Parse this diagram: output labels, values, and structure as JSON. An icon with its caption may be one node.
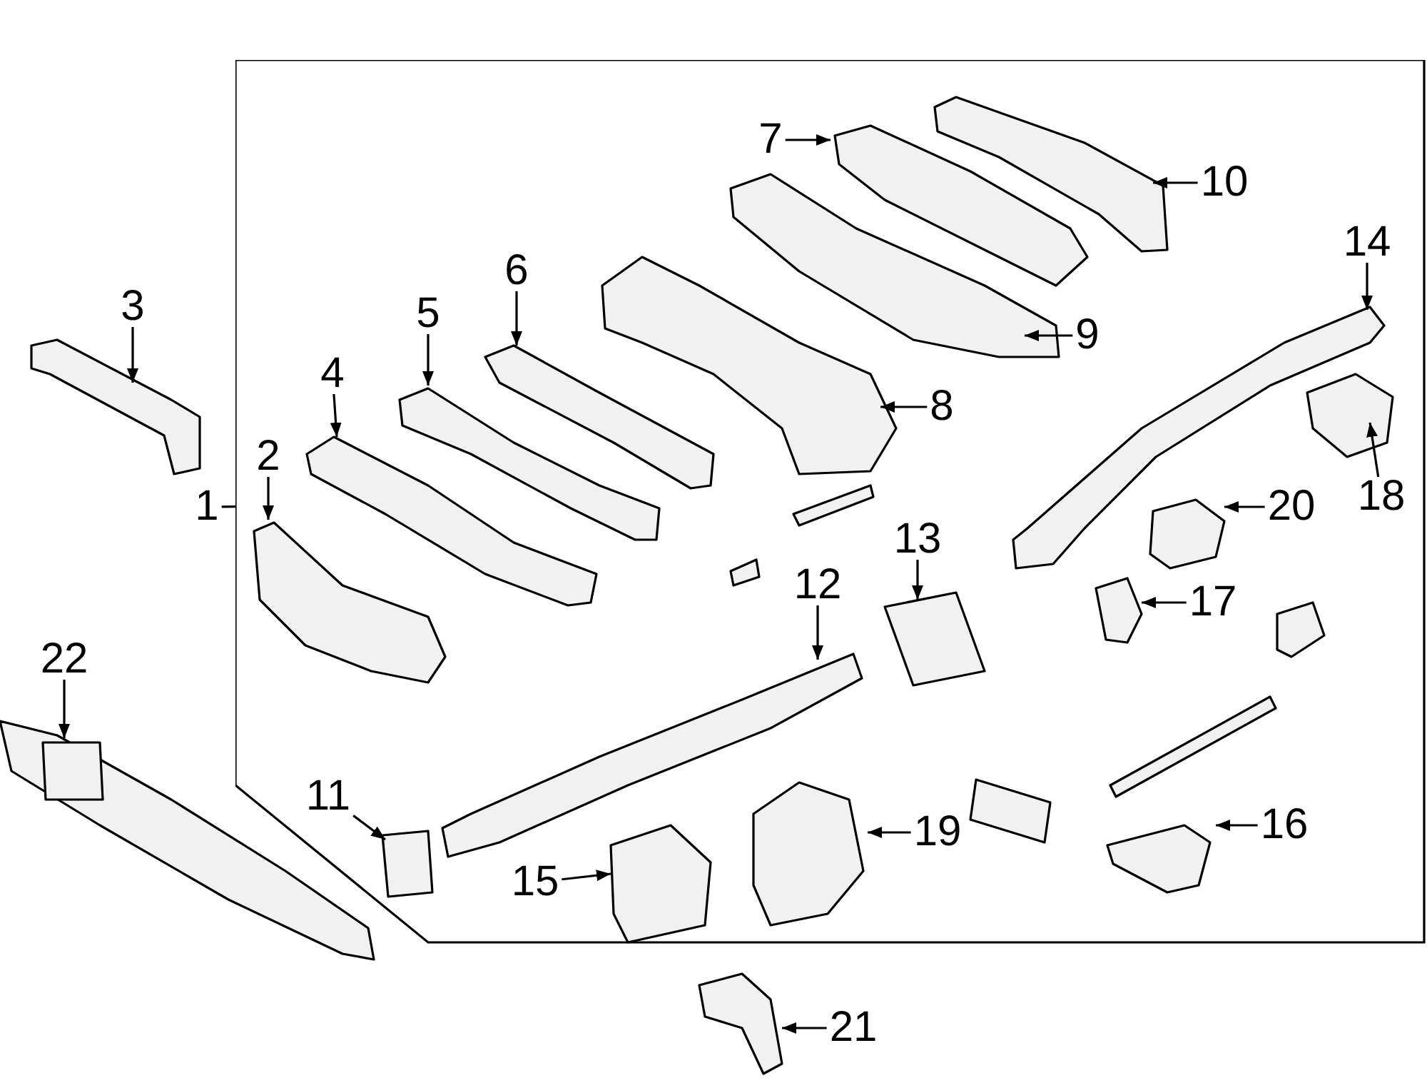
{
  "diagram": {
    "nodes": [
      {
        "text": [],
        "shape": "box"
      },
      {
        "text": [
          "1"
        ]
      },
      {
        "text": [
          "2"
        ],
        "in": 0
      },
      {
        "text": [
          "3"
        ]
      },
      {
        "text": [
          "4"
        ],
        "in": 0
      },
      {
        "text": [
          "5"
        ],
        "in": 0
      },
      {
        "text": [
          "6"
        ],
        "in": 0
      },
      {
        "text": [
          "7"
        ],
        "in": 0
      },
      {
        "text": [
          "8"
        ],
        "in": 0
      },
      {
        "text": [
          "9"
        ],
        "in": 0
      },
      {
        "text": [
          "10"
        ],
        "in": 0
      },
      {
        "text": [
          "11"
        ],
        "in": 0
      },
      {
        "text": [
          "12"
        ],
        "in": 0
      },
      {
        "text": [
          "13"
        ],
        "in": 0
      },
      {
        "text": [
          "14"
        ],
        "in": 0
      },
      {
        "text": [
          "15"
        ],
        "in": 0
      },
      {
        "text": [
          "16"
        ],
        "in": 0
      },
      {
        "text": [
          "17"
        ],
        "in": 0
      },
      {
        "text": [
          "18"
        ],
        "in": 0
      },
      {
        "text": [
          "19"
        ],
        "in": 0
      },
      {
        "text": [
          "20"
        ],
        "in": 0
      },
      {
        "text": [
          "21"
        ]
      },
      {
        "text": [
          "22"
        ]
      }
    ],
    "edges": [
      {
        "from": 1,
        "to": 0,
        "arrow": "none"
      },
      {
        "from": 2,
        "to": null,
        "arrow": "to"
      },
      {
        "from": 3,
        "to": null,
        "arrow": "to"
      },
      {
        "from": 4,
        "to": null,
        "arrow": "to"
      },
      {
        "from": 5,
        "to": null,
        "arrow": "to"
      },
      {
        "from": 6,
        "to": null,
        "arrow": "to"
      },
      {
        "from": 7,
        "to": null,
        "arrow": "to"
      },
      {
        "from": 8,
        "to": null,
        "arrow": "to"
      },
      {
        "from": 9,
        "to": null,
        "arrow": "to"
      },
      {
        "from": 10,
        "to": null,
        "arrow": "to"
      },
      {
        "from": 11,
        "to": null,
        "arrow": "to"
      },
      {
        "from": 12,
        "to": null,
        "arrow": "to"
      },
      {
        "from": 13,
        "to": null,
        "arrow": "to"
      },
      {
        "from": 14,
        "to": null,
        "arrow": "to"
      },
      {
        "from": 15,
        "to": null,
        "arrow": "to"
      },
      {
        "from": 16,
        "to": null,
        "arrow": "to"
      },
      {
        "from": 17,
        "to": null,
        "arrow": "to"
      },
      {
        "from": 18,
        "to": null,
        "arrow": "to"
      },
      {
        "from": 19,
        "to": null,
        "arrow": "to"
      },
      {
        "from": 20,
        "to": null,
        "arrow": "to"
      },
      {
        "from": 21,
        "to": null,
        "arrow": "to"
      },
      {
        "from": 22,
        "to": null,
        "arrow": "to"
      }
    ]
  }
}
